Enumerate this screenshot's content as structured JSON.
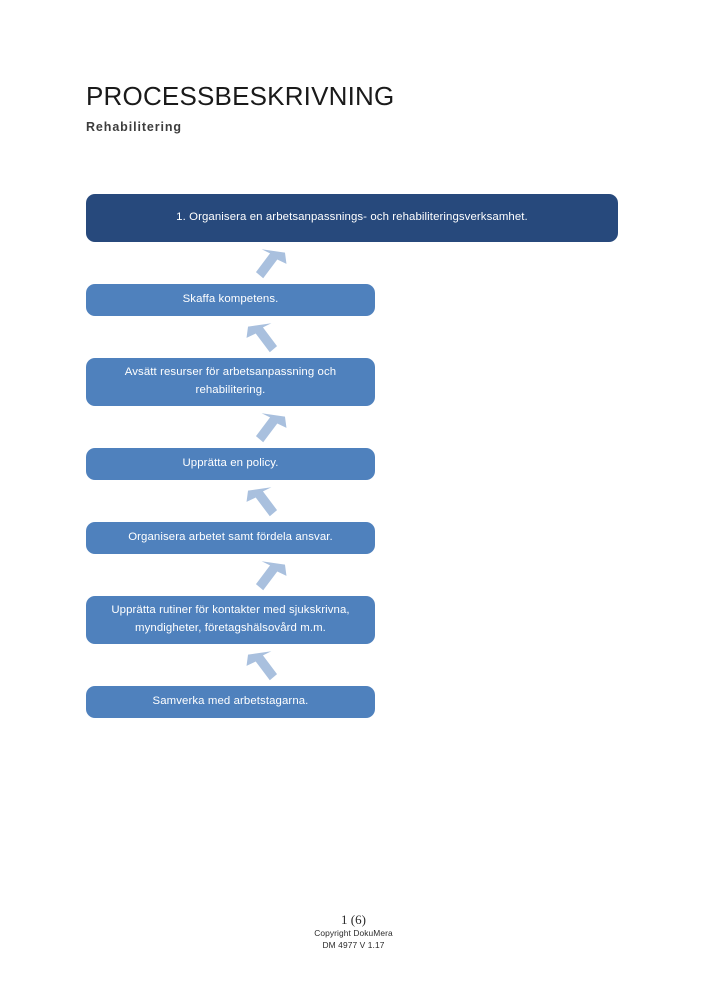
{
  "header": {
    "title": "PROCESSBESKRIVNING",
    "subtitle": "Rehabilitering"
  },
  "flow": {
    "nodes": [
      {
        "label": "1. Organisera en arbetsanpassnings- och rehabiliteringsverksamhet.",
        "style": "wide",
        "color": "#27497C"
      },
      {
        "label": "Skaffa kompetens.",
        "style": "narrow",
        "color": "#4F81BD"
      },
      {
        "label": "Avsätt resurser för arbetsanpassning och rehabilitering.",
        "style": "narrow-tall",
        "color": "#4F81BD"
      },
      {
        "label": "Upprätta en policy.",
        "style": "narrow",
        "color": "#4F81BD"
      },
      {
        "label": "Organisera arbetet samt fördela ansvar.",
        "style": "narrow",
        "color": "#4F81BD"
      },
      {
        "label": "Upprätta rutiner för kontakter med sjukskrivna, myndigheter, företagshälsovård m.m.",
        "style": "narrow-tall",
        "color": "#4F81BD"
      },
      {
        "label": "Samverka med arbetstagarna.",
        "style": "narrow",
        "color": "#4F81BD"
      }
    ],
    "connectors": [
      {
        "icon": "arrow-down-left-icon",
        "direction": "down-left"
      },
      {
        "icon": "arrow-down-right-icon",
        "direction": "down-right"
      },
      {
        "icon": "arrow-down-left-icon",
        "direction": "down-left"
      },
      {
        "icon": "arrow-down-right-icon",
        "direction": "down-right"
      },
      {
        "icon": "arrow-down-left-icon",
        "direction": "down-left"
      },
      {
        "icon": "arrow-down-right-icon",
        "direction": "down-right"
      }
    ],
    "arrow_color": "#A9C0DE"
  },
  "footer": {
    "page": "1 (6)",
    "copyright": "Copyright DokuMera",
    "document_id": "DM 4977 V 1.17"
  }
}
